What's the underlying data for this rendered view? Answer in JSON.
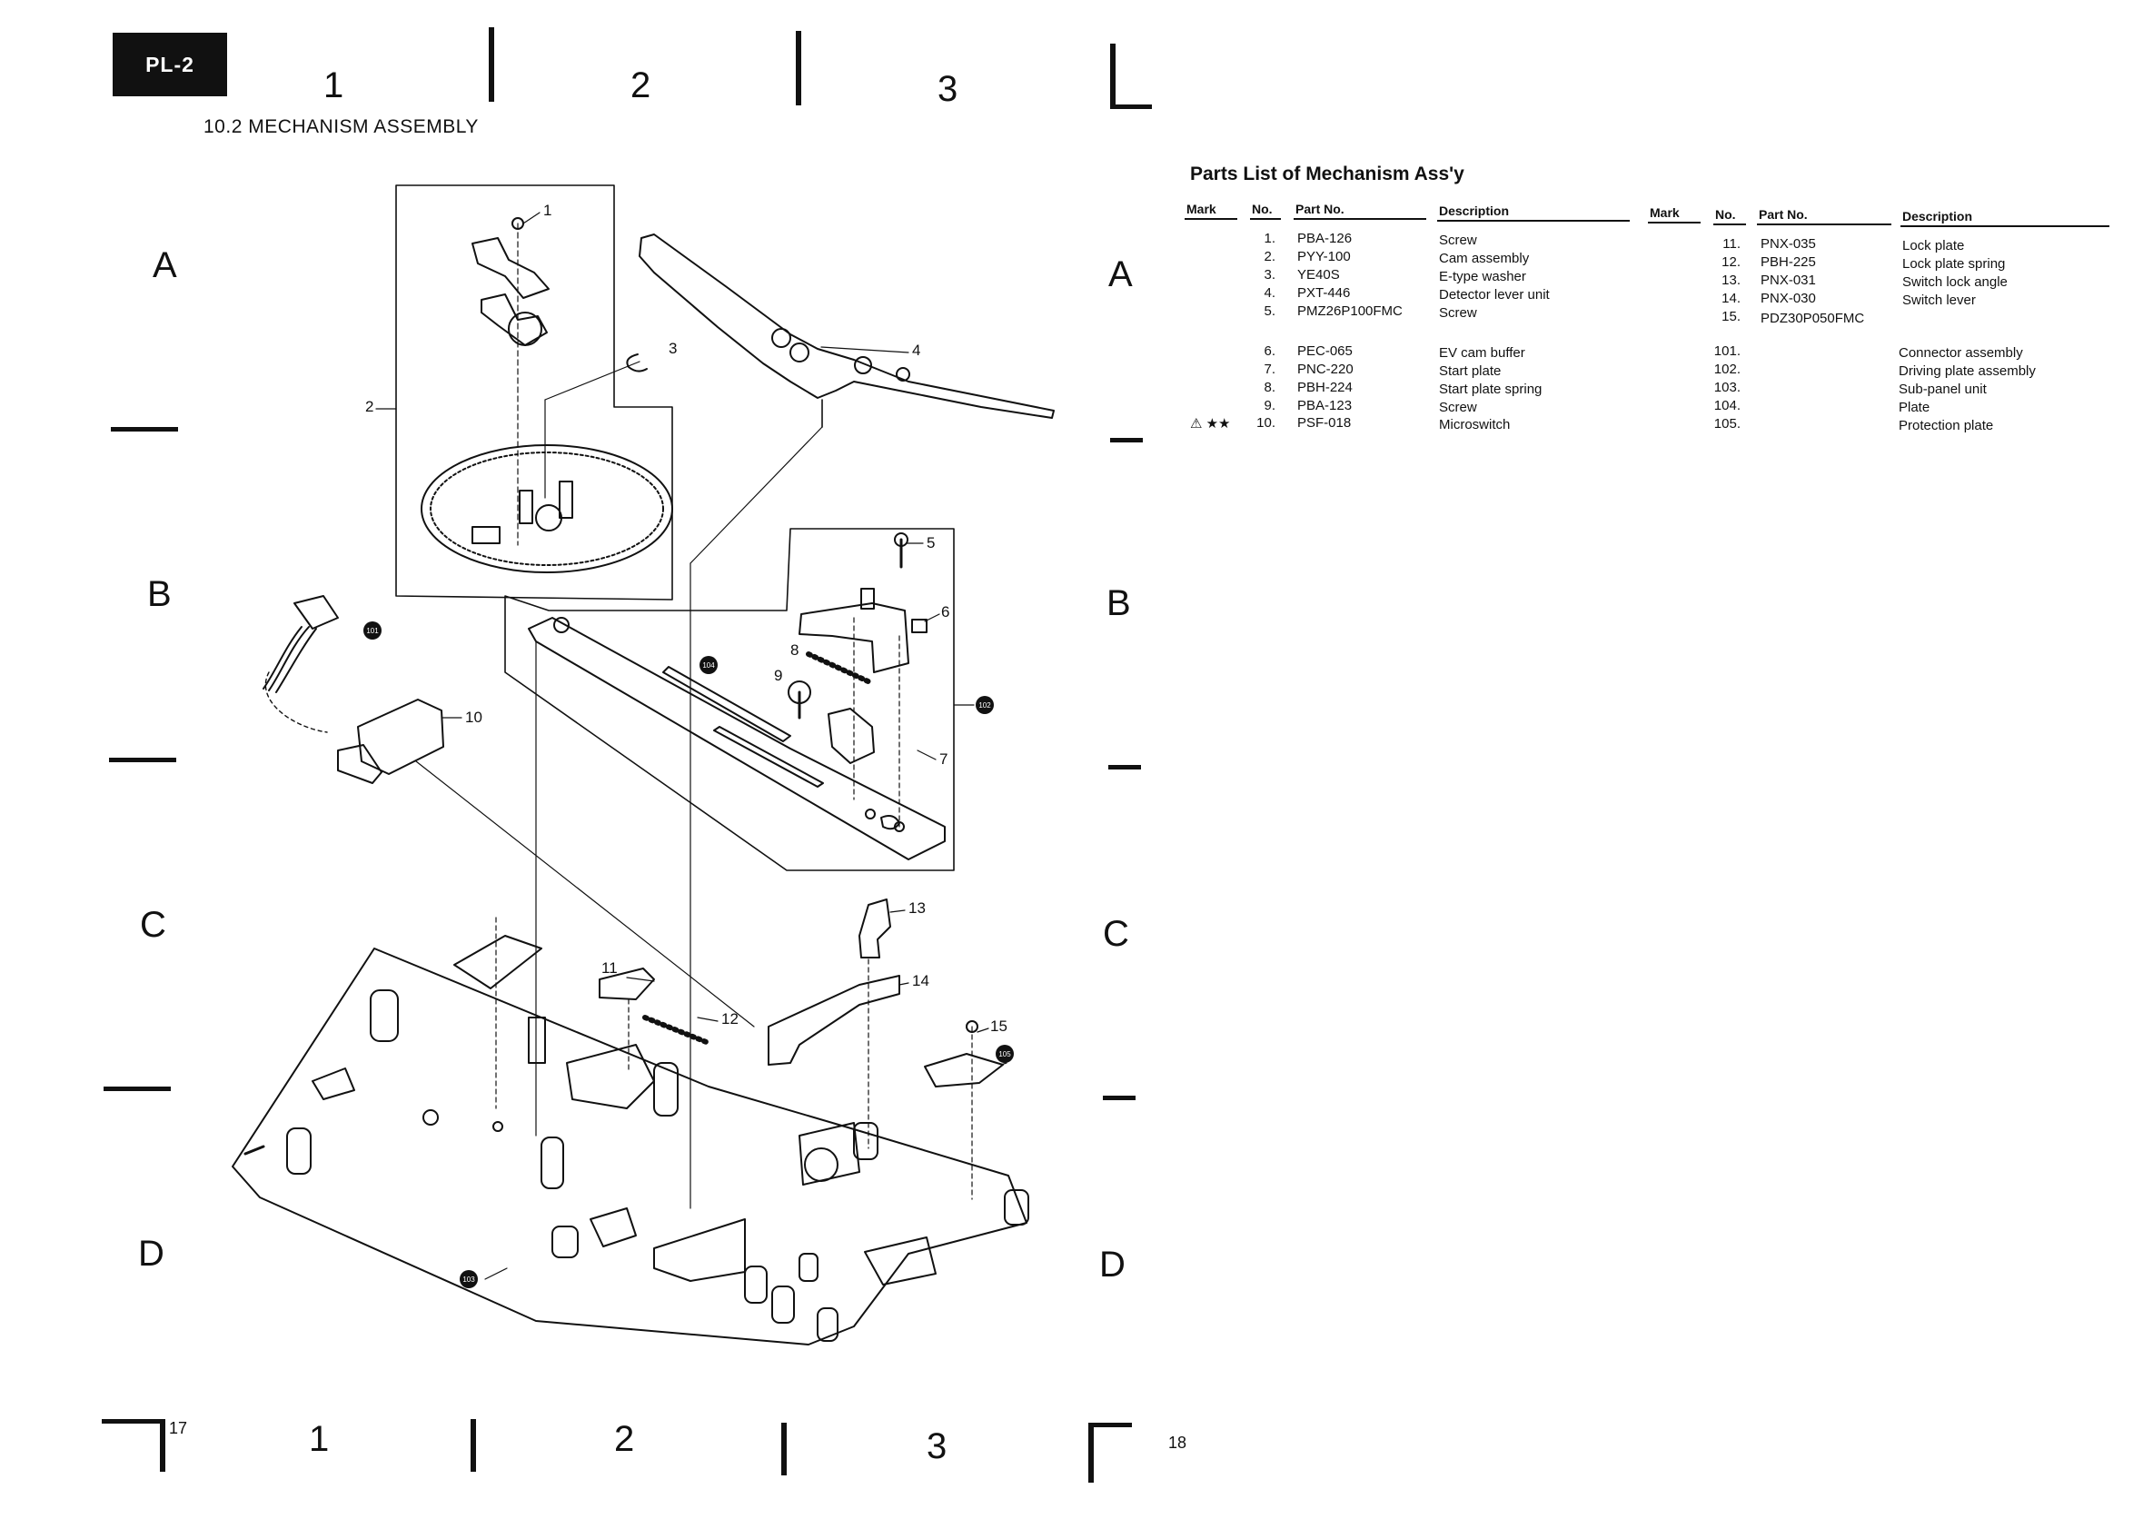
{
  "header": {
    "model_badge": "PL-2",
    "section_title": "10.2  MECHANISM ASSEMBLY"
  },
  "grid": {
    "columns_top": [
      "1",
      "2",
      "3"
    ],
    "columns_bottom": [
      "1",
      "2",
      "3"
    ],
    "rows_left": [
      "A",
      "B",
      "C",
      "D"
    ],
    "rows_right": [
      "A",
      "B",
      "C",
      "D"
    ]
  },
  "page_numbers": {
    "left": "17",
    "right": "18"
  },
  "parts_list": {
    "title": "Parts List of Mechanism Ass'y",
    "headers": [
      "Mark",
      "No.",
      "Part No.",
      "Description",
      "Mark",
      "No.",
      "Part No.",
      "Description"
    ],
    "left_rows": [
      {
        "mark": "",
        "no": "1.",
        "part": "PBA-126",
        "desc": "Screw"
      },
      {
        "mark": "",
        "no": "2.",
        "part": "PYY-100",
        "desc": "Cam assembly"
      },
      {
        "mark": "",
        "no": "3.",
        "part": "YE40S",
        "desc": "E-type washer"
      },
      {
        "mark": "",
        "no": "4.",
        "part": "PXT-446",
        "desc": "Detector lever unit"
      },
      {
        "mark": "",
        "no": "5.",
        "part": "PMZ26P100FMC",
        "desc": "Screw"
      },
      {
        "mark": "",
        "no": "6.",
        "part": "PEC-065",
        "desc": "EV cam buffer"
      },
      {
        "mark": "",
        "no": "7.",
        "part": "PNC-220",
        "desc": "Start plate"
      },
      {
        "mark": "",
        "no": "8.",
        "part": "PBH-224",
        "desc": "Start plate spring"
      },
      {
        "mark": "",
        "no": "9.",
        "part": "PBA-123",
        "desc": "Screw"
      },
      {
        "mark": "⚠ ★★",
        "no": "10.",
        "part": "PSF-018",
        "desc": "Microswitch"
      }
    ],
    "right_rows": [
      {
        "mark": "",
        "no": "11.",
        "part": "PNX-035",
        "desc": "Lock plate"
      },
      {
        "mark": "",
        "no": "12.",
        "part": "PBH-225",
        "desc": "Lock plate spring"
      },
      {
        "mark": "",
        "no": "13.",
        "part": "PNX-031",
        "desc": "Switch lock angle"
      },
      {
        "mark": "",
        "no": "14.",
        "part": "PNX-030",
        "desc": "Switch lever"
      },
      {
        "mark": "",
        "no": "15.",
        "part": "PDZ30P050FMC",
        "desc": ""
      },
      {
        "mark": "",
        "no": "101.",
        "part": "",
        "desc": "Connector assembly"
      },
      {
        "mark": "",
        "no": "102.",
        "part": "",
        "desc": "Driving plate assembly"
      },
      {
        "mark": "",
        "no": "103.",
        "part": "",
        "desc": "Sub-panel unit"
      },
      {
        "mark": "",
        "no": "104.",
        "part": "",
        "desc": "Plate"
      },
      {
        "mark": "",
        "no": "105.",
        "part": "",
        "desc": "Protection plate"
      }
    ]
  },
  "callouts": [
    "1",
    "2",
    "3",
    "4",
    "5",
    "6",
    "7",
    "8",
    "9",
    "10",
    "11",
    "12",
    "13",
    "14",
    "15",
    "101",
    "102",
    "103",
    "104",
    "105"
  ]
}
